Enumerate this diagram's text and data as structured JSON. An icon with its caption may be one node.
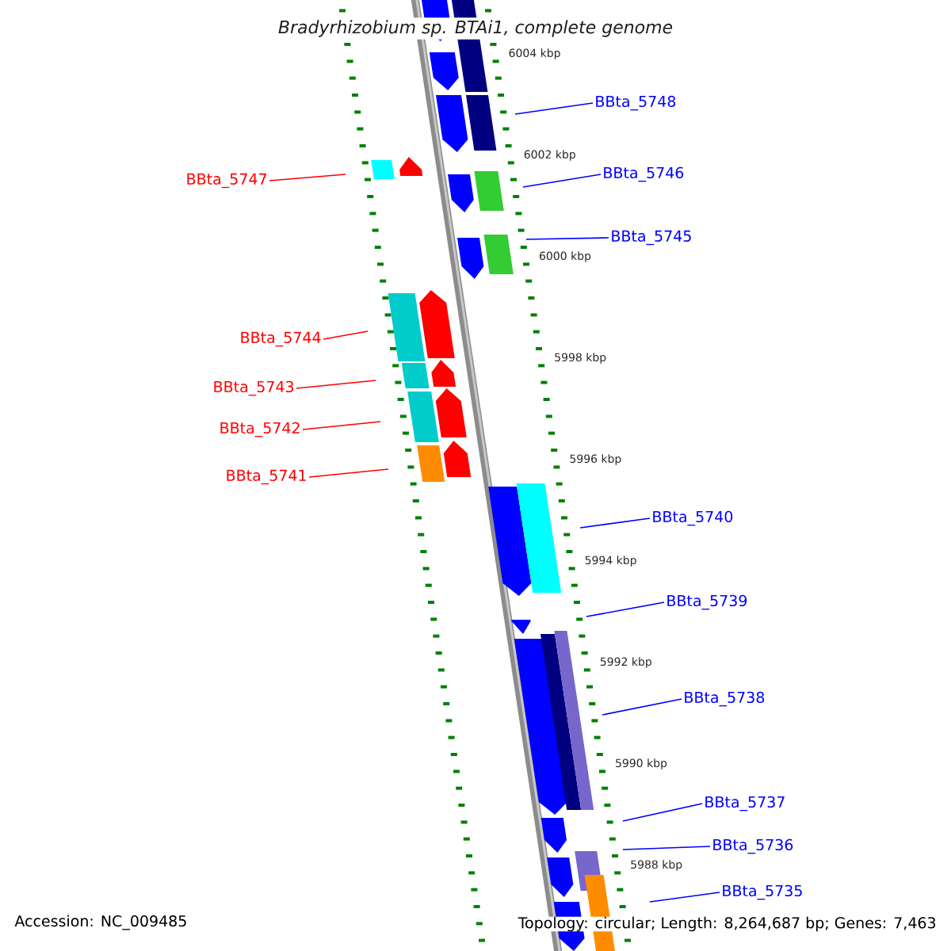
{
  "diagram": {
    "title": "Bradyrhizobium sp. BTAi1, complete genome",
    "nodes": [
      {
        "text": [
          "BBta_5748"
        ]
      },
      {
        "text": [
          "BBta_5747"
        ]
      },
      {
        "text": [
          "BBta_5746"
        ]
      },
      {
        "text": [
          "BBta_5745"
        ]
      },
      {
        "text": [
          "BBta_5744"
        ]
      },
      {
        "text": [
          "BBta_5743"
        ]
      },
      {
        "text": [
          "BBta_5742"
        ]
      },
      {
        "text": [
          "BBta_5741"
        ]
      },
      {
        "text": [
          "BBta_5740"
        ]
      },
      {
        "text": [
          "BBta_5739"
        ]
      },
      {
        "text": [
          "BBta_5738"
        ]
      },
      {
        "text": [
          "BBta_5737"
        ]
      },
      {
        "text": [
          "BBta_5736"
        ]
      },
      {
        "text": [
          "BBta_5735"
        ]
      }
    ],
    "edges": [
      {
        "from": 0,
        "to": null,
        "arrow": "none"
      },
      {
        "from": 1,
        "to": null,
        "arrow": "none",
        "color": "#ff0000"
      },
      {
        "from": 2,
        "to": null,
        "arrow": "none"
      },
      {
        "from": 3,
        "to": null,
        "arrow": "none"
      },
      {
        "from": 4,
        "to": null,
        "arrow": "none",
        "color": "#ff0000"
      },
      {
        "from": 5,
        "to": null,
        "arrow": "none",
        "color": "#ff0000"
      },
      {
        "from": 6,
        "to": null,
        "arrow": "none",
        "color": "#ff0000"
      },
      {
        "from": 7,
        "to": null,
        "arrow": "none",
        "color": "#ff0000"
      },
      {
        "from": 8,
        "to": null,
        "arrow": "none"
      },
      {
        "from": 9,
        "to": null,
        "arrow": "none"
      },
      {
        "from": 10,
        "to": null,
        "arrow": "none"
      },
      {
        "from": 11,
        "to": null,
        "arrow": "none"
      },
      {
        "from": 12,
        "to": null,
        "arrow": "none"
      },
      {
        "from": 13,
        "to": null,
        "arrow": "none"
      }
    ],
    "labels": [
      "6004 kbp",
      "6002 kbp",
      "6000 kbp",
      "5998 kbp",
      "5996 kbp",
      "5994 kbp",
      "5992 kbp",
      "5990 kbp",
      "5988 kbp",
      "Accession: NC_009485",
      "Topology: circular; Length: 8,264,687 bp; Genes: 7,463"
    ]
  }
}
